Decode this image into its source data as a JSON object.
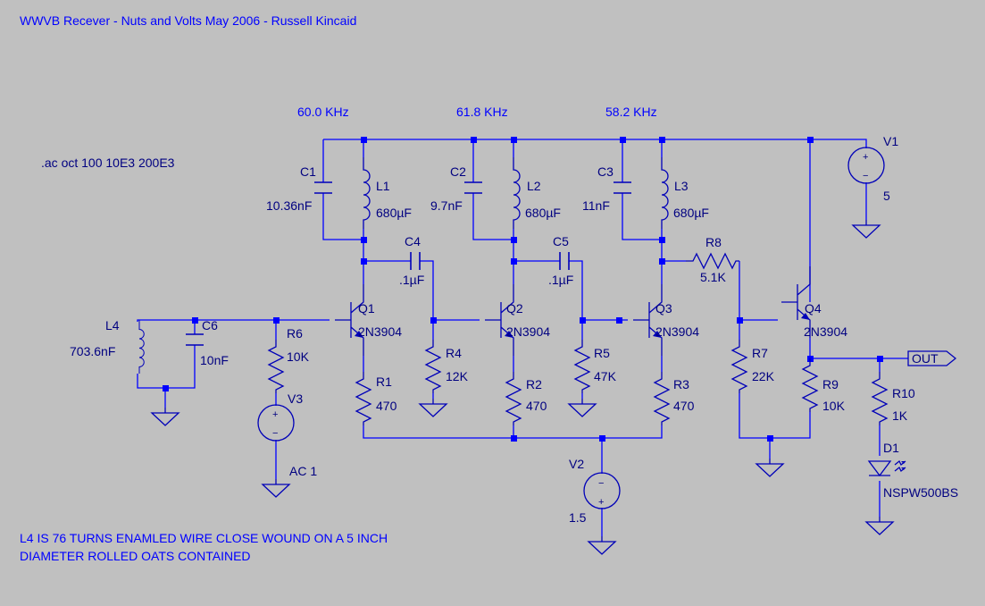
{
  "title": "WWVB Recever - Nuts and Volts May 2006 - Russell Kincaid",
  "directive": ".ac oct 100 10E3 200E3",
  "note": [
    "L4 IS 76 TURNS ENAMLED WIRE CLOSE WOUND ON A 5 INCH",
    "DIAMETER ROLLED OATS CONTAINED"
  ],
  "freqs": [
    "60.0 KHz",
    "61.8 KHz",
    "58.2 KHz"
  ],
  "parts": {
    "C1": {
      "name": "C1",
      "value": "10.36nF"
    },
    "C2": {
      "name": "C2",
      "value": "9.7nF"
    },
    "C3": {
      "name": "C3",
      "value": "11nF"
    },
    "C4": {
      "name": "C4",
      "value": ".1µF"
    },
    "C5": {
      "name": "C5",
      "value": ".1µF"
    },
    "C6": {
      "name": "C6",
      "value": "10nF"
    },
    "L1": {
      "name": "L1",
      "value": "680µF"
    },
    "L2": {
      "name": "L2",
      "value": "680µF"
    },
    "L3": {
      "name": "L3",
      "value": "680µF"
    },
    "L4": {
      "name": "L4",
      "value": "703.6nF"
    },
    "R1": {
      "name": "R1",
      "value": "470"
    },
    "R2": {
      "name": "R2",
      "value": "470"
    },
    "R3": {
      "name": "R3",
      "value": "470"
    },
    "R4": {
      "name": "R4",
      "value": "12K"
    },
    "R5": {
      "name": "R5",
      "value": "47K"
    },
    "R6": {
      "name": "R6",
      "value": "10K"
    },
    "R7": {
      "name": "R7",
      "value": "22K"
    },
    "R8": {
      "name": "R8",
      "value": "5.1K"
    },
    "R9": {
      "name": "R9",
      "value": "10K"
    },
    "R10": {
      "name": "R10",
      "value": "1K"
    },
    "Q1": {
      "name": "Q1",
      "value": "2N3904"
    },
    "Q2": {
      "name": "Q2",
      "value": "2N3904"
    },
    "Q3": {
      "name": "Q3",
      "value": "2N3904"
    },
    "Q4": {
      "name": "Q4",
      "value": "2N3904"
    },
    "V1": {
      "name": "V1",
      "value": "5"
    },
    "V2": {
      "name": "V2",
      "value": "1.5"
    },
    "V3": {
      "name": "V3",
      "value": "AC 1"
    },
    "D1": {
      "name": "D1",
      "value": "NSPW500BS"
    }
  },
  "out_label": "OUT",
  "symbols": {
    "plus": "+",
    "minus": "−"
  },
  "colors": {
    "background": "#c0c0c0",
    "wire": "#0000ff",
    "component": "#0000b8",
    "label": "#000080"
  }
}
